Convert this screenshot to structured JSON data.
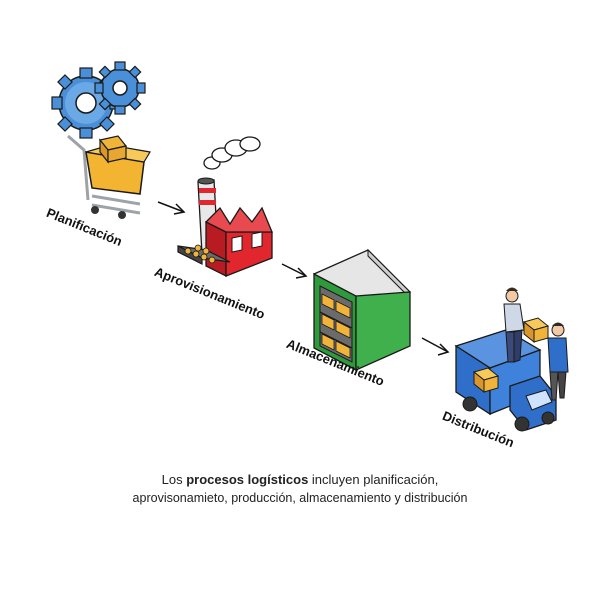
{
  "steps": [
    {
      "label": "Planificación",
      "icon": "gears-cart-icon"
    },
    {
      "label": "Aprovisionamiento",
      "icon": "factory-icon"
    },
    {
      "label": "Almacenamiento",
      "icon": "warehouse-icon"
    },
    {
      "label": "Distribución",
      "icon": "delivery-truck-icon"
    }
  ],
  "caption": {
    "line1_prefix": "Los ",
    "line1_bold": "procesos logísticos",
    "line1_suffix": " incluyen planificación,",
    "line2": "aprovisonamieto, producción, almacenamiento y distribución"
  },
  "colors": {
    "gear": "#4a90d9",
    "cart": "#f2b431",
    "factory": "#e1272d",
    "warehouse": "#2f9a3b",
    "truck": "#2f6fc9",
    "box": "#f0b43a"
  }
}
